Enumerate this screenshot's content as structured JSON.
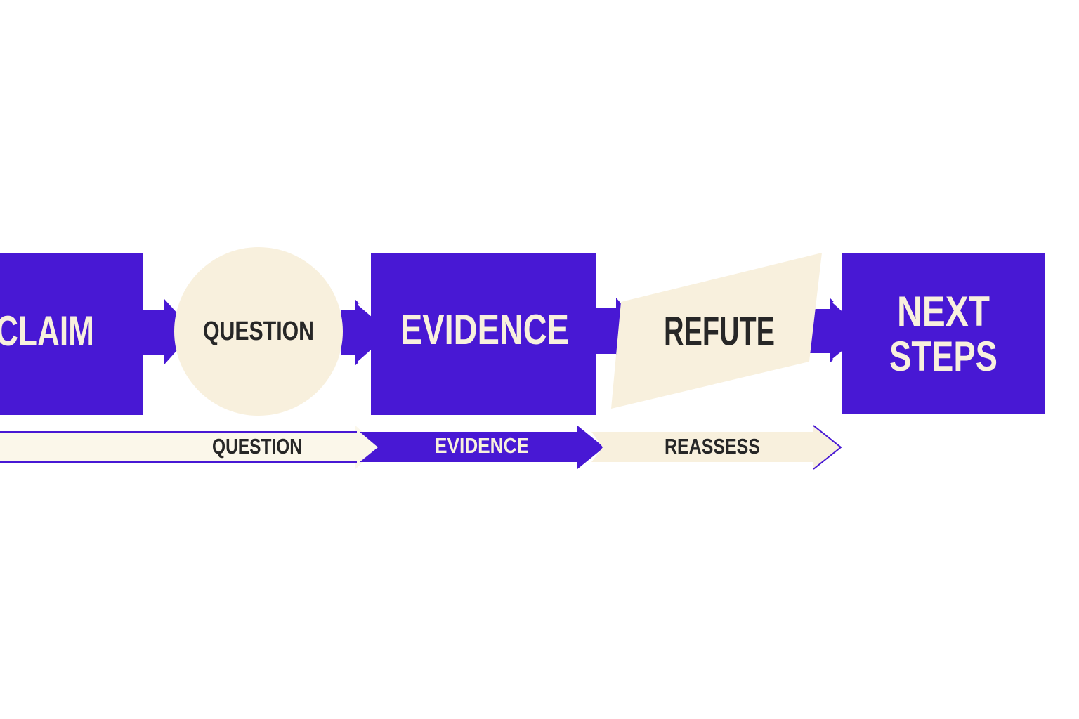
{
  "colors": {
    "purple": "#4818d4",
    "cream": "#f8f0dd",
    "cream_light": "#fbf7ea",
    "text_dark": "#272727",
    "text_light": "#f8f0dd",
    "background": "#ffffff"
  },
  "nodes": {
    "claim": "CLAIM",
    "question": "QUESTION",
    "evidence": "EVIDENCE",
    "refute": "REFUTE",
    "next_steps_line1": "NEXT",
    "next_steps_line2": "STEPS"
  },
  "bar": {
    "question": "QUESTION",
    "evidence": "EVIDENCE",
    "reassess": "REASSESS"
  }
}
